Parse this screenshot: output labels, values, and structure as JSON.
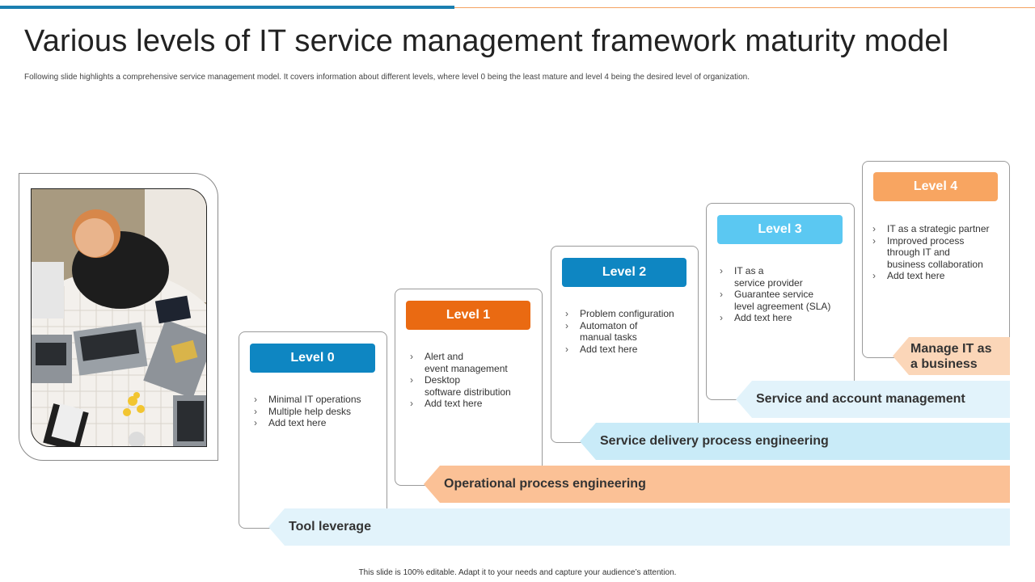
{
  "slide": {
    "title": "Various levels of IT service management framework maturity model",
    "subtitle": "Following slide highlights a comprehensive service management model. It covers information about different levels, where level 0 being the least mature and level 4 being the desired level of organization.",
    "footer": "This slide is 100% editable. Adapt it to your needs and capture your audience’s attention."
  },
  "colors": {
    "level0": "#0e86c2",
    "level1": "#ea6a12",
    "level2": "#0e86c2",
    "level3": "#5bc8f2",
    "level4": "#f8a561",
    "band_light_blue": "#e2f3fb",
    "band_blue": "#c9ebf8",
    "band_orange": "#fbc196",
    "band_peach": "#fbd6b8"
  },
  "levels": [
    {
      "label": "Level 0",
      "items": [
        "Minimal IT operations",
        "Multiple help desks",
        "Add text here"
      ]
    },
    {
      "label": "Level 1",
      "items": [
        "Alert and\nevent management",
        "Desktop\nsoftware distribution",
        "Add text here"
      ]
    },
    {
      "label": "Level 2",
      "items": [
        "Problem configuration",
        "Automaton of\nmanual tasks",
        "Add text here"
      ]
    },
    {
      "label": "Level 3",
      "items": [
        "IT as a\nservice provider",
        "Guarantee service\nlevel agreement (SLA)",
        "Add text here"
      ]
    },
    {
      "label": "Level 4",
      "items": [
        "IT as a strategic partner",
        "Improved process\nthrough IT  and\nbusiness collaboration",
        "Add text here"
      ]
    }
  ],
  "bands": {
    "tool": "Tool leverage",
    "operational": "Operational process engineering",
    "service_delivery": "Service delivery process engineering",
    "service_account": "Service and account management",
    "manage": "Manage IT as\na business"
  },
  "icons": {
    "bullet": "›"
  }
}
